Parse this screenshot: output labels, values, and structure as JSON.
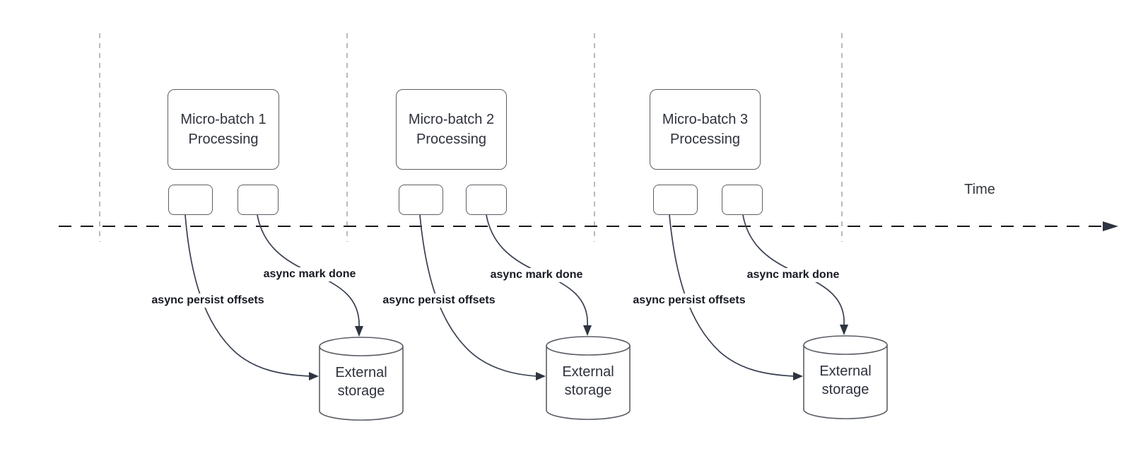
{
  "timeline": {
    "label": "Time"
  },
  "colors": {
    "shape_border": "#5a5f66",
    "arrow_stroke": "#3a4150",
    "arrowhead_fill": "#2f3540",
    "timeline_stroke": "#17181a",
    "guide_line": "#a9a9a9",
    "box_text": "#2e323c",
    "edge_label_text": "#171a22",
    "background": "#ffffff"
  },
  "groups": [
    {
      "box": {
        "line1": "Micro-batch 1",
        "line2": "Processing"
      },
      "persist_label": "async persist offsets",
      "done_label": "async mark done",
      "storage": {
        "line1": "External",
        "line2": "storage"
      }
    },
    {
      "box": {
        "line1": "Micro-batch 2",
        "line2": "Processing"
      },
      "persist_label": "async persist offsets",
      "done_label": "async mark done",
      "storage": {
        "line1": "External",
        "line2": "storage"
      }
    },
    {
      "box": {
        "line1": "Micro-batch 3",
        "line2": "Processing"
      },
      "persist_label": "async persist offsets",
      "done_label": "async mark done",
      "storage": {
        "line1": "External",
        "line2": "storage"
      }
    }
  ]
}
